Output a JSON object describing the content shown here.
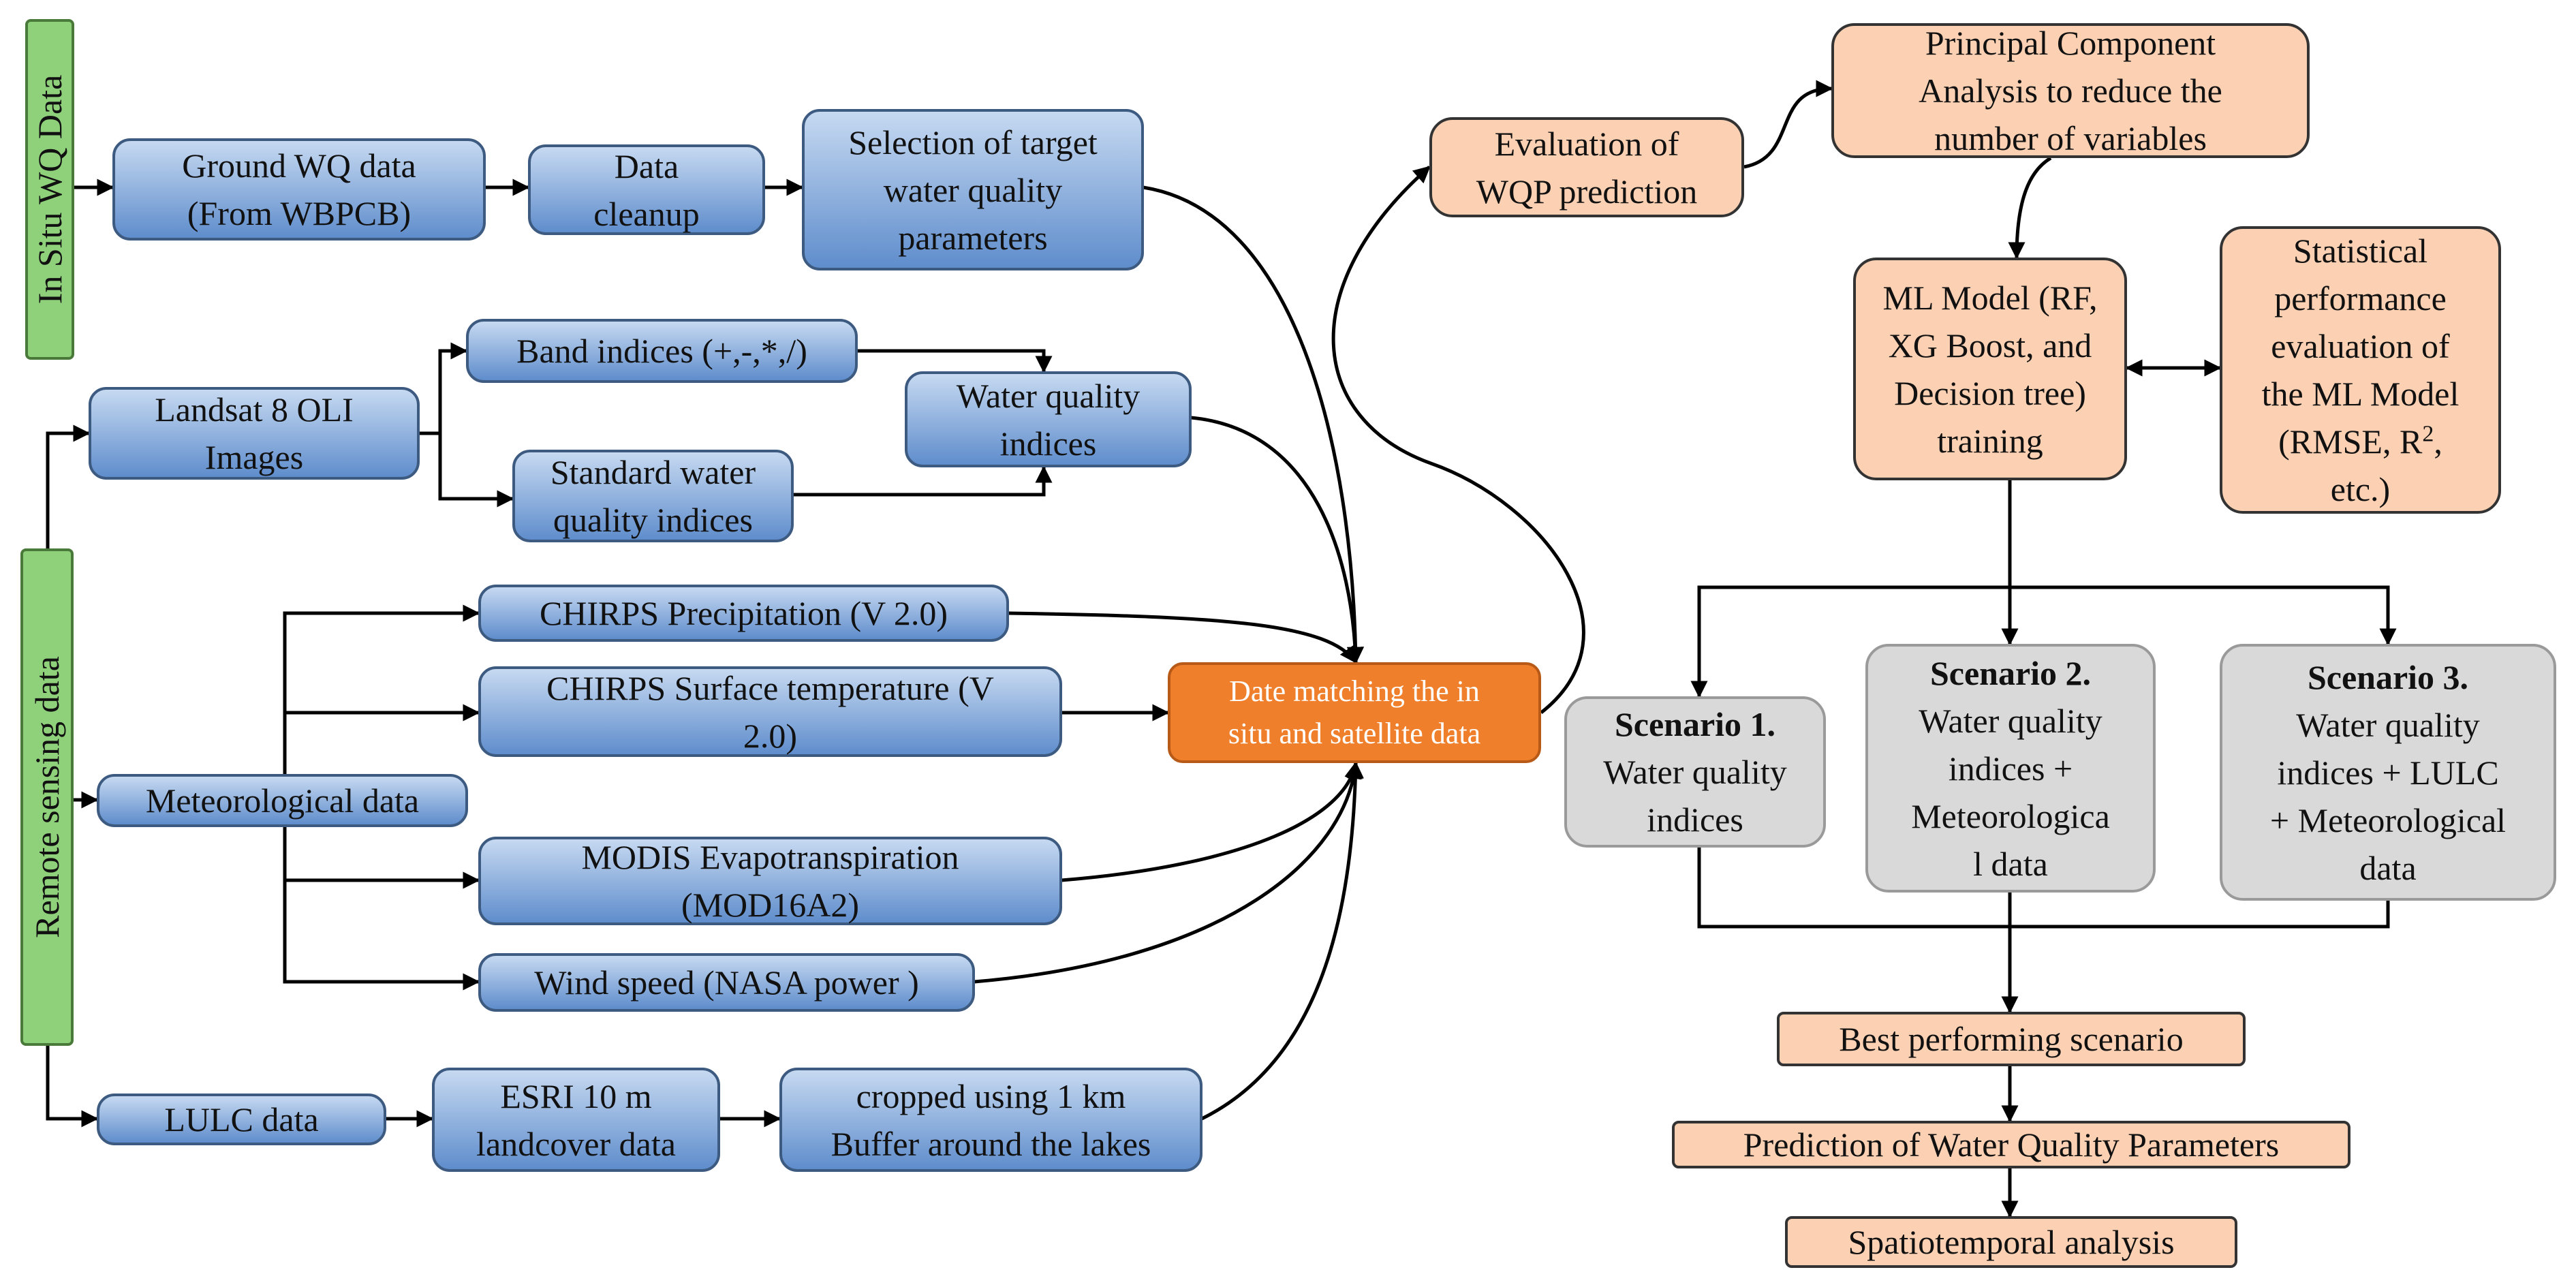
{
  "nodes": {
    "in_situ": "In Situ WQ Data",
    "ground_wq": [
      "Ground WQ data",
      "(From WBPCB)"
    ],
    "data_cleanup": [
      "Data",
      "cleanup"
    ],
    "selection": [
      "Selection of target",
      "water quality",
      "parameters"
    ],
    "remote_sensing": "Remote sensing data",
    "landsat": [
      "Landsat 8 OLI",
      "Images"
    ],
    "band_indices": "Band indices (+,-,*,/)",
    "standard_indices": [
      "Standard water",
      "quality indices"
    ],
    "wq_indices": [
      "Water quality",
      "indices"
    ],
    "meteorological": "Meteorological data",
    "chirps_precip": "CHIRPS Precipitation (V 2.0)",
    "chirps_temp": [
      "CHIRPS Surface temperature (V",
      "2.0)"
    ],
    "modis": [
      "MODIS Evapotranspiration",
      "(MOD16A2)"
    ],
    "wind": "Wind speed (NASA power )",
    "lulc": "LULC data",
    "esri": [
      "ESRI 10 m",
      "landcover data"
    ],
    "cropped": [
      "cropped using 1 km",
      "Buffer around the lakes"
    ],
    "date_matching": [
      "Date matching the in",
      "situ and satellite data"
    ],
    "evaluation": [
      "Evaluation of",
      "WQP prediction"
    ],
    "pca": [
      "Principal Component",
      "Analysis to reduce the",
      "number of variables"
    ],
    "ml_model": [
      "ML Model (RF,",
      "XG Boost, and",
      "Decision tree)",
      "training"
    ],
    "statistical": {
      "lines": [
        "Statistical",
        "performance",
        "evaluation of",
        "the ML Model"
      ],
      "metrics_prefix": "(RMSE, R",
      "metrics_sup": "2",
      "metrics_suffix": ",",
      "last": "etc.)"
    },
    "scenario1": {
      "title": "Scenario 1.",
      "lines": [
        "Water quality",
        "indices"
      ]
    },
    "scenario2": {
      "title": "Scenario 2.",
      "lines": [
        "Water quality",
        "indices +",
        "Meteorologica",
        "l data"
      ]
    },
    "scenario3": {
      "title": "Scenario 3.",
      "lines": [
        "Water quality",
        "indices + LULC",
        "+ Meteorological",
        "data"
      ]
    },
    "best": "Best performing scenario",
    "prediction": "Prediction of Water Quality Parameters",
    "spatiotemporal": "Spatiotemporal analysis"
  },
  "colors": {
    "blue_box_top": "#c6d9f1",
    "blue_box_bottom": "#5f8dcc",
    "green_box": "#8fd07a",
    "peach_box": "#fbd0b3",
    "orange_box": "#f07f2b",
    "grey_box": "#d9d9d9",
    "connector": "#000000"
  }
}
